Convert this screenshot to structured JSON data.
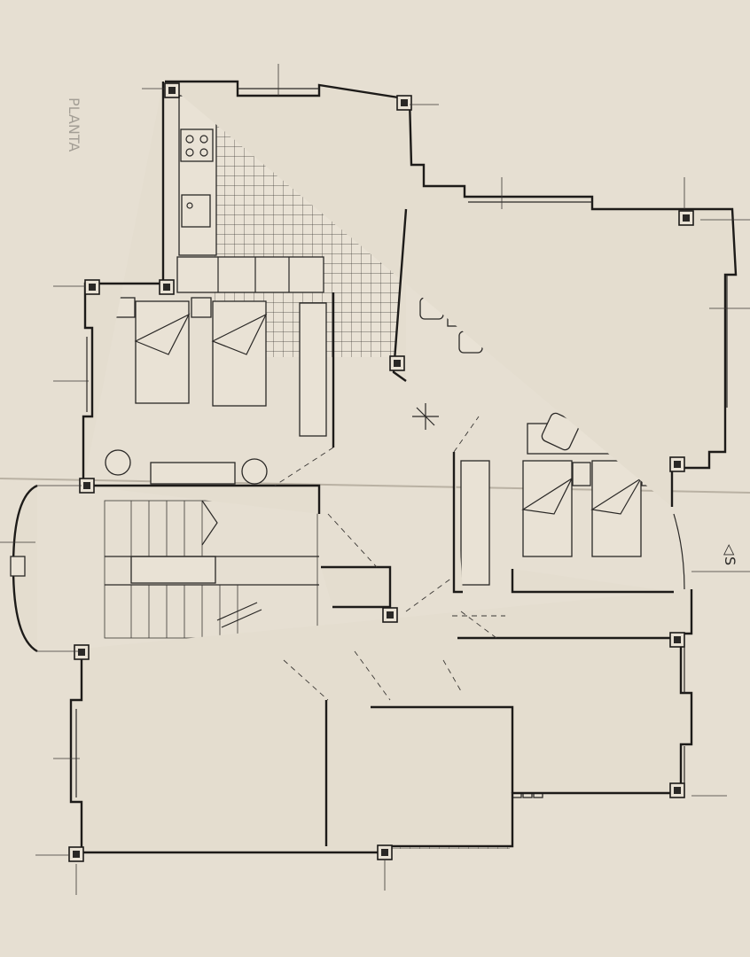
{
  "section_marker": {
    "label": "S",
    "arrow": "◁"
  },
  "sheet_edge_text": {
    "label": "PLANTA"
  },
  "colors": {
    "paper": "#e6dfd2",
    "ink": "#1d1b19",
    "tile": "#3a3734"
  },
  "rooms": [
    {
      "id": "kitchen",
      "icon": "kitchen-area"
    },
    {
      "id": "living-dining",
      "icon": "sofa-set"
    },
    {
      "id": "bedroom-twin-1",
      "icon": "twin-beds"
    },
    {
      "id": "bedroom-twin-2",
      "icon": "twin-beds"
    },
    {
      "id": "staircase",
      "icon": "stairs"
    },
    {
      "id": "master-bedroom",
      "icon": "double-bed"
    },
    {
      "id": "bathroom-1",
      "icon": "bathtub"
    },
    {
      "id": "bathroom-2",
      "icon": "bathtub"
    },
    {
      "id": "hallway",
      "icon": "corridor"
    }
  ]
}
